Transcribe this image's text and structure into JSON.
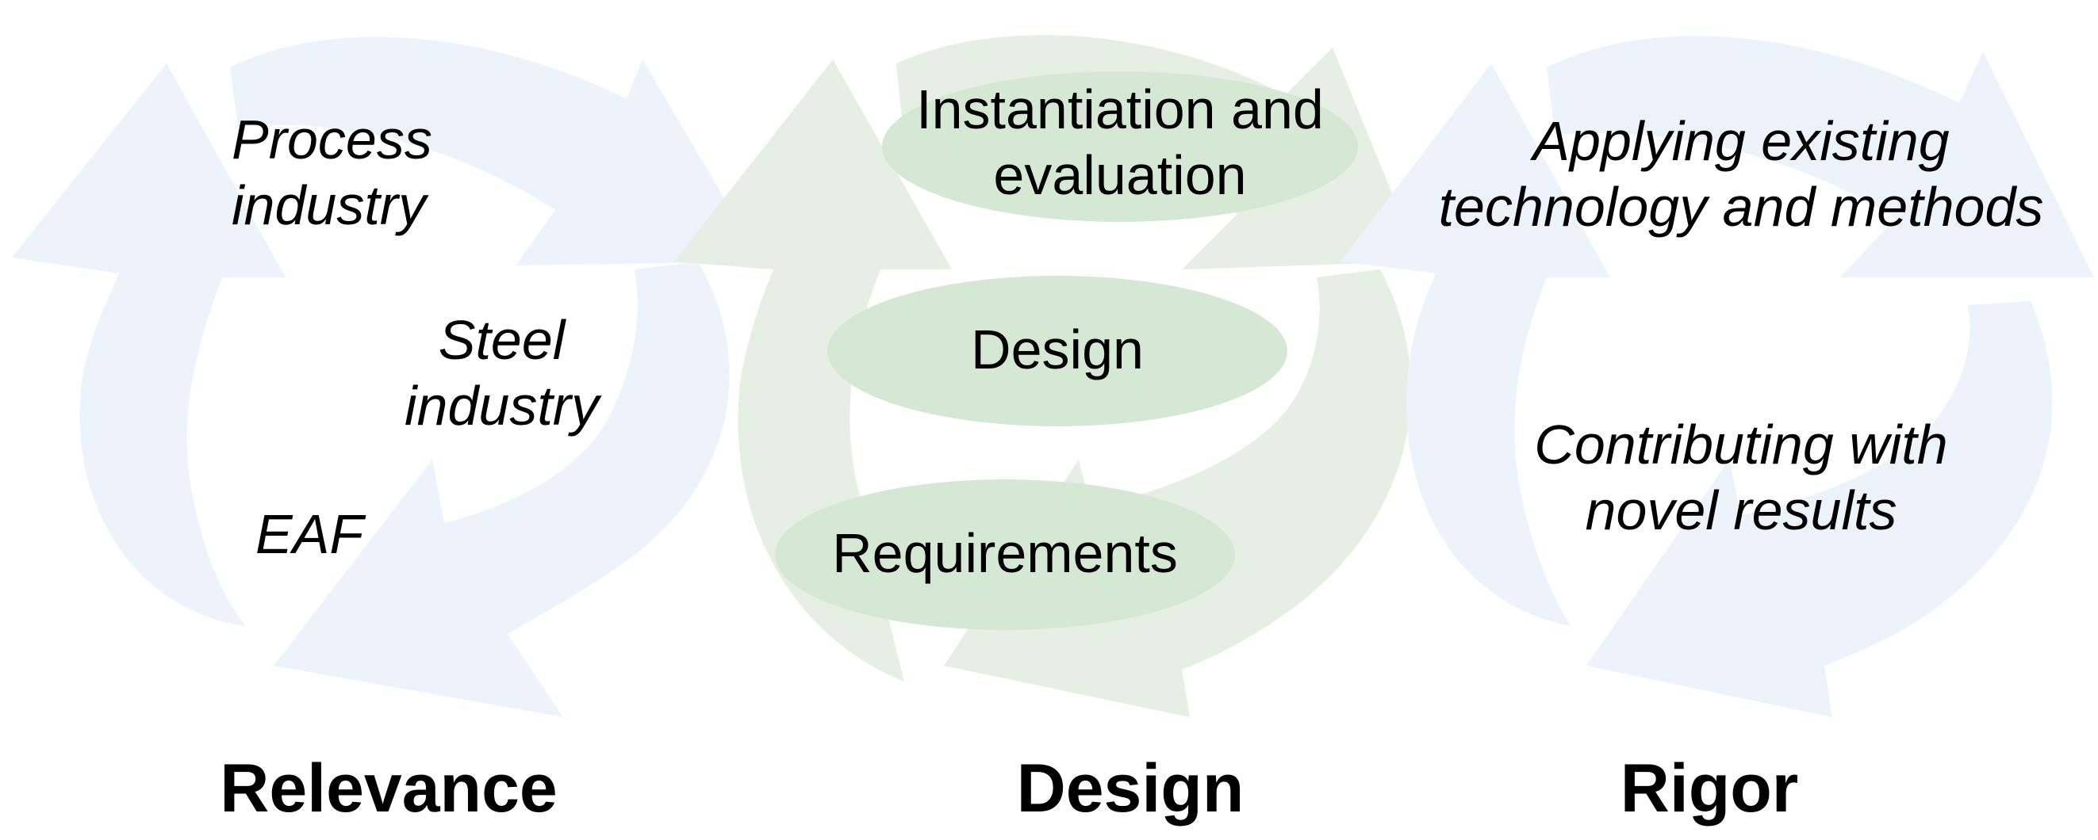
{
  "colors": {
    "blue_arrow": "#edf3fb",
    "green_arrow": "#e5efe3",
    "green_node": "#d5e8d4",
    "text": "#000000"
  },
  "relevance": {
    "title": "Relevance",
    "items": [
      "Process industry",
      "Steel industry",
      "EAF"
    ],
    "process_lines": [
      "Process",
      "industry"
    ],
    "steel_lines": [
      "Steel",
      "industry"
    ],
    "eaf": "EAF"
  },
  "design": {
    "title": "Design",
    "nodes": [
      "Instantiation and evaluation",
      "Design",
      "Requirements"
    ],
    "instantiation_lines": [
      "Instantiation and",
      "evaluation"
    ],
    "design_node": "Design",
    "requirements": "Requirements"
  },
  "rigor": {
    "title": "Rigor",
    "items": [
      "Applying existing technology and methods",
      "Contributing with novel results"
    ],
    "applying_lines": [
      "Applying existing",
      "technology and methods"
    ],
    "contributing_lines": [
      "Contributing with",
      "novel results"
    ]
  }
}
